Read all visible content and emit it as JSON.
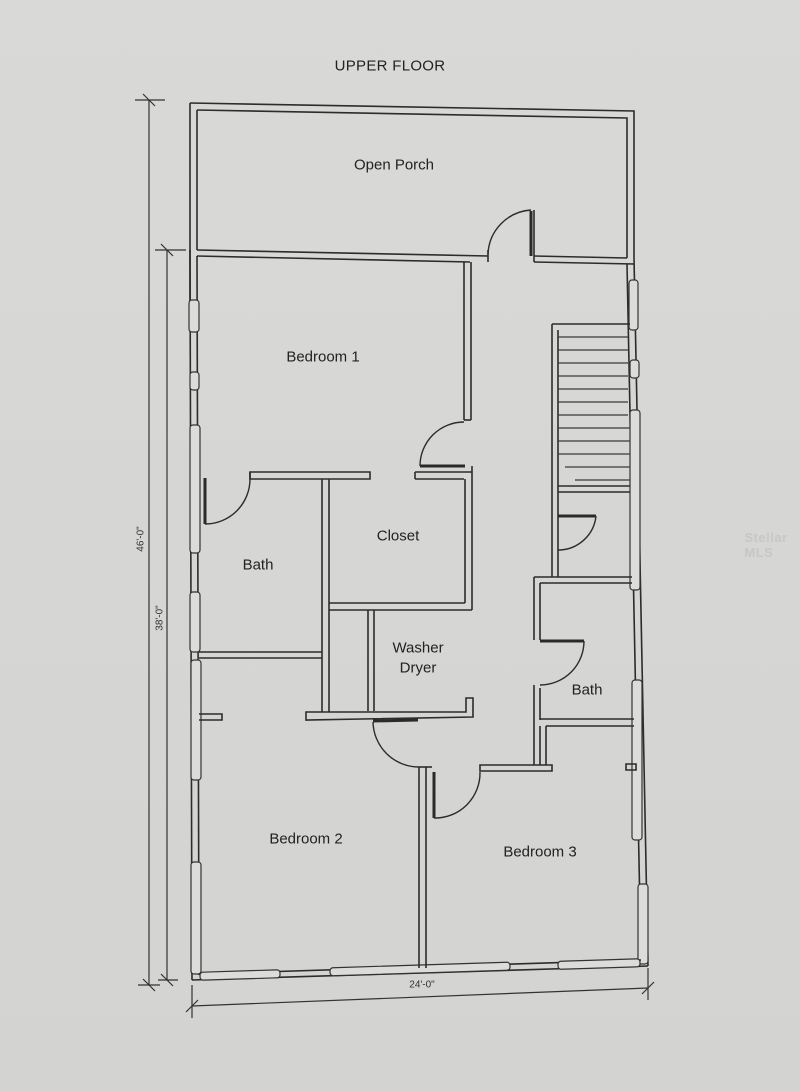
{
  "plan": {
    "title": "UPPER FLOOR",
    "rooms": {
      "open_porch": "Open Porch",
      "bedroom_1": "Bedroom 1",
      "closet": "Closet",
      "bath_left": "Bath",
      "washer_dryer_line1": "Washer",
      "washer_dryer_line2": "Dryer",
      "bath_right": "Bath",
      "bedroom_2": "Bedroom 2",
      "bedroom_3": "Bedroom 3"
    },
    "dimensions": {
      "overall_depth": "46'-0\"",
      "interior_depth": "38'-0\"",
      "width": "24'-0\""
    },
    "features": [
      "stairs",
      "doors",
      "windows",
      "open-porch"
    ]
  },
  "watermark": "Stellar MLS",
  "colors": {
    "paper": "#d8d8d6",
    "ink": "#2c2c2c"
  }
}
